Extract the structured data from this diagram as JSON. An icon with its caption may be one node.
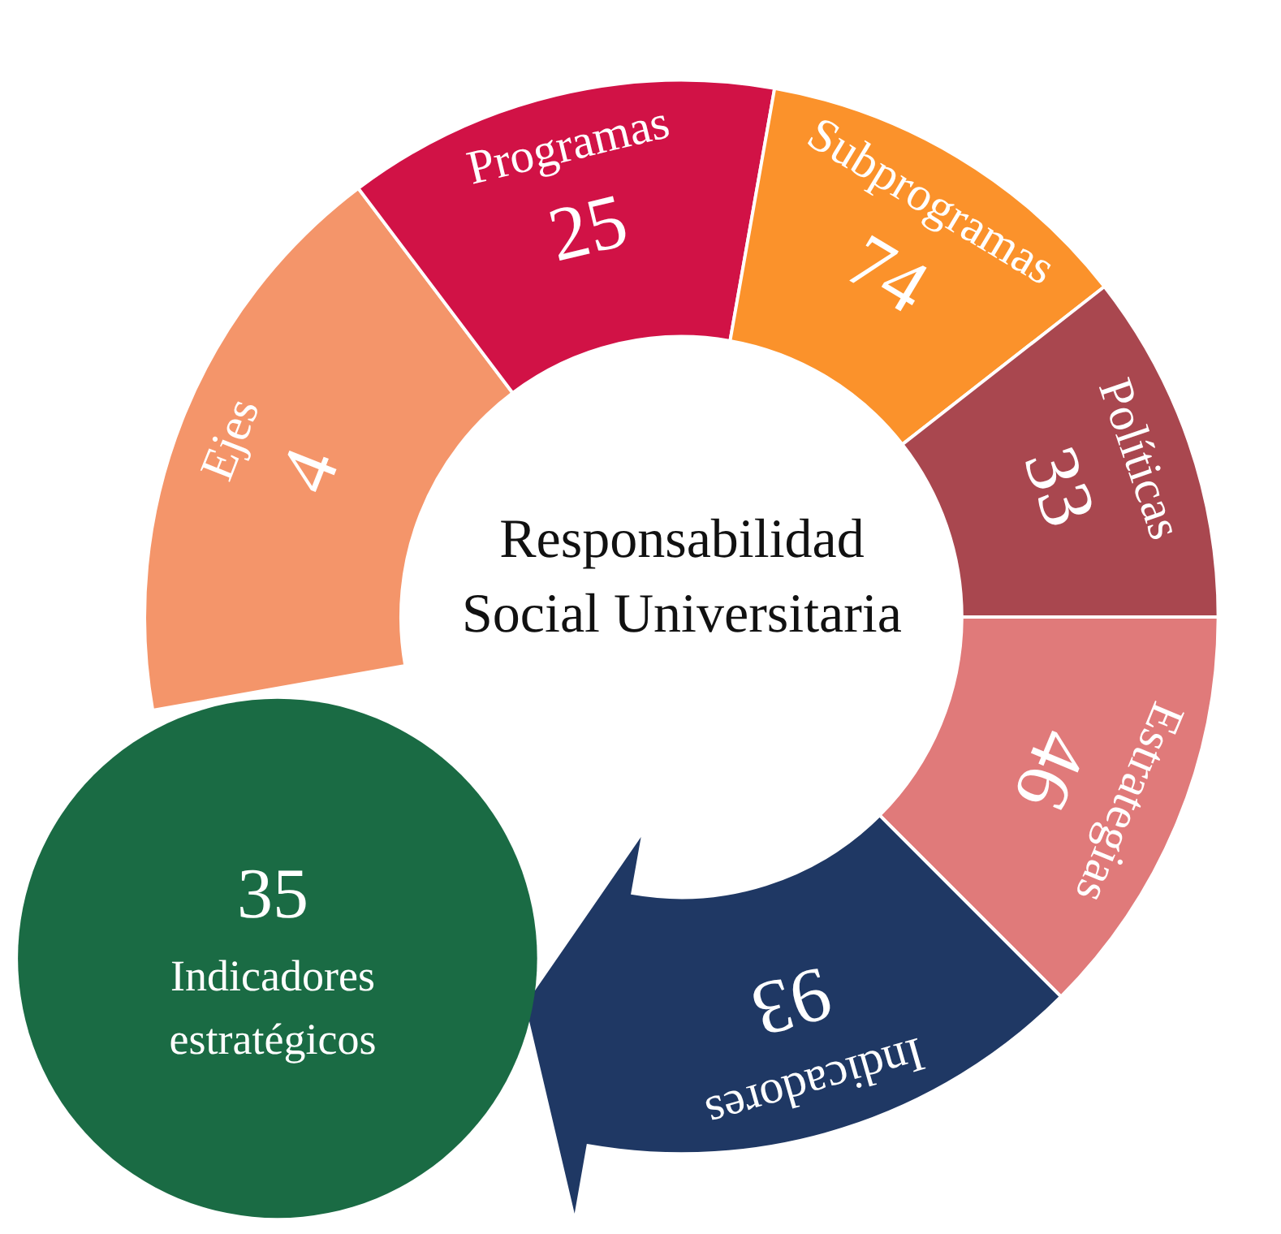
{
  "diagram": {
    "nodes": [
      {
        "text": [
          "Responsabilidad Social Universitaria"
        ]
      },
      {
        "text": [
          "Ejes",
          "4"
        ]
      },
      {
        "text": [
          "Programas",
          "25"
        ]
      },
      {
        "text": [
          "Subprogramas",
          "74"
        ]
      },
      {
        "text": [
          "Políticas",
          "33"
        ]
      },
      {
        "text": [
          "Estrategias",
          "46"
        ]
      },
      {
        "text": [
          "Indicadores",
          "93"
        ]
      },
      {
        "text": [
          "35",
          "Indicadores estratégicos"
        ]
      }
    ]
  }
}
